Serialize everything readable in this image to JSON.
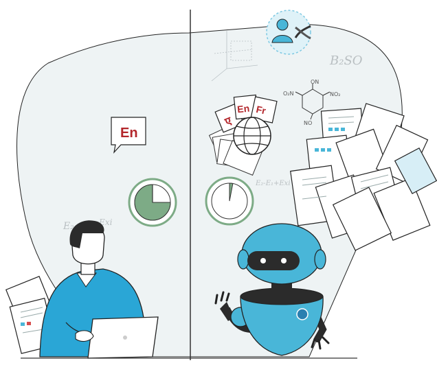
{
  "bubble_left": {
    "text": "En"
  },
  "language_cards": [
    "ए",
    "En",
    "Fr"
  ],
  "chemistry": {
    "top": "ON",
    "left": "O₂N",
    "right": "NO₂",
    "bottom": "NO"
  },
  "formula_top": "B₂SO",
  "formula_mid": "E₂-E₁+Exi",
  "formula_left": "E₂",
  "formula_left2": "-Exi",
  "clock_left": {
    "fraction_filled": 0.25
  },
  "clock_right": {
    "fraction_filled": 0.03
  },
  "colors": {
    "blob": "#eef3f4",
    "accent_green": "#7dab86",
    "robot_blue": "#49b6d8",
    "shirt_blue": "#2aa6d6",
    "badge_red": "#b3262b"
  }
}
